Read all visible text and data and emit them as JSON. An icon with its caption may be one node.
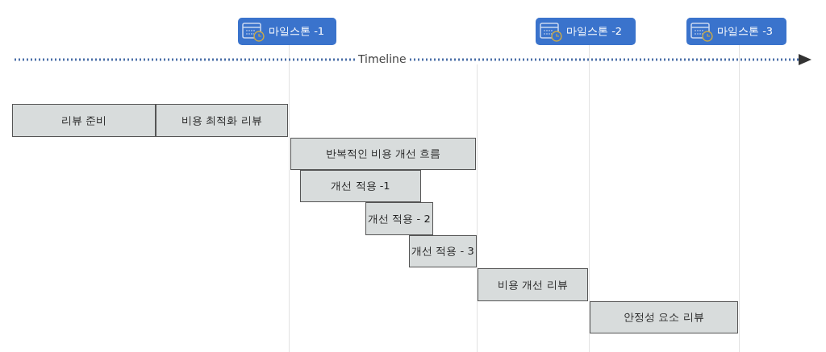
{
  "diagram": {
    "nodes": [
      {
        "text": [
          "마일스톤 -1"
        ]
      },
      {
        "text": [
          "마일스톤 -2"
        ]
      },
      {
        "text": [
          "마일스톤 -3"
        ]
      },
      {
        "text": [
          "리뷰 준비"
        ]
      },
      {
        "text": [
          "비용 최적화 리뷰"
        ]
      },
      {
        "text": [
          "반복적인 비용 개선 흐름"
        ]
      },
      {
        "text": [
          "개선 적용 -1"
        ]
      },
      {
        "text": [
          "개선 적용 - 2"
        ]
      },
      {
        "text": [
          "개선 적용 - 3"
        ]
      },
      {
        "text": [
          "비용 개선 리뷰"
        ]
      },
      {
        "text": [
          "안정성 요소 리뷰"
        ]
      }
    ],
    "labels": [
      "Timeline"
    ]
  }
}
